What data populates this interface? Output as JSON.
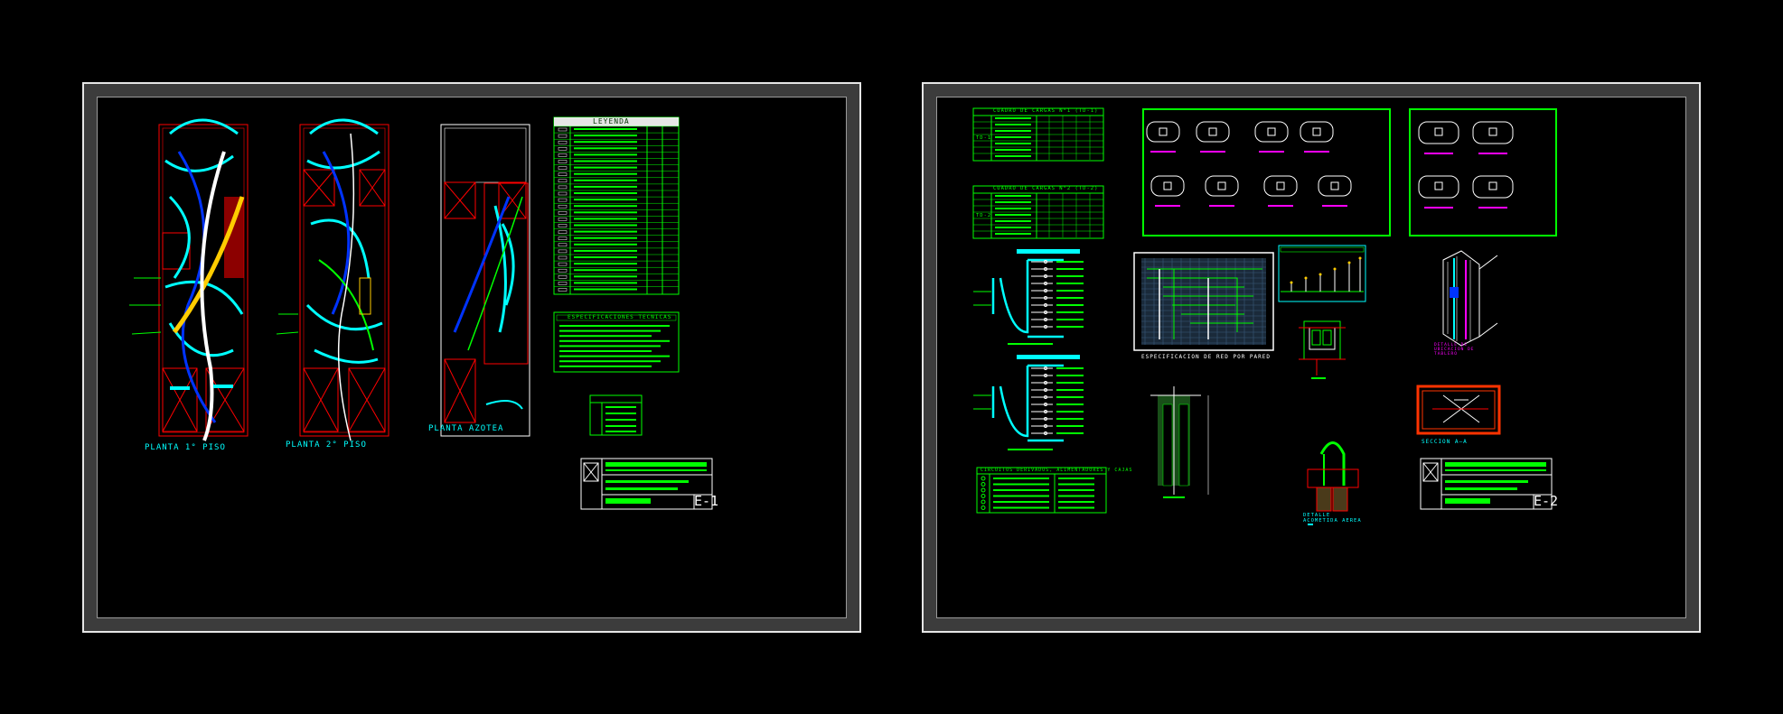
{
  "sheets": [
    {
      "id": "E-1",
      "code": "E-1",
      "plans": [
        {
          "title": "PLANTA 1° PISO"
        },
        {
          "title": "PLANTA 2° PISO"
        },
        {
          "title": "PLANTA AZOTEA"
        }
      ],
      "legend_title": "LEYENDA",
      "specs_title": "ESPECIFICACIONES TECNICAS"
    },
    {
      "id": "E-2",
      "code": "E-2",
      "tables": [
        {
          "title": "CUADRO DE CARGAS N°1 (TD-1)",
          "tag": "TD-1"
        },
        {
          "title": "CUADRO DE CARGAS N°2 (TD-2)",
          "tag": "TD-2"
        },
        {
          "title": "CIRCUITOS DERIVADOS, ALIMENTADORES Y CAJAS"
        }
      ],
      "captions": {
        "wall": "ESPECIFICACION DE RED POR PARED",
        "section": "SECCION A—A",
        "detail": "DETALLE ACOMETIDA AEREA",
        "tube": "DETALLE DE UBICACION DE TABLERO"
      }
    }
  ],
  "colors": {
    "border": "#e6e6e6",
    "frame": "#3c3c3c",
    "green": "#00ff00",
    "cyan": "#00ffff",
    "red": "#ff0000",
    "yellow": "#ffcc00",
    "blue": "#0033ff",
    "magenta": "#ff00ff"
  }
}
